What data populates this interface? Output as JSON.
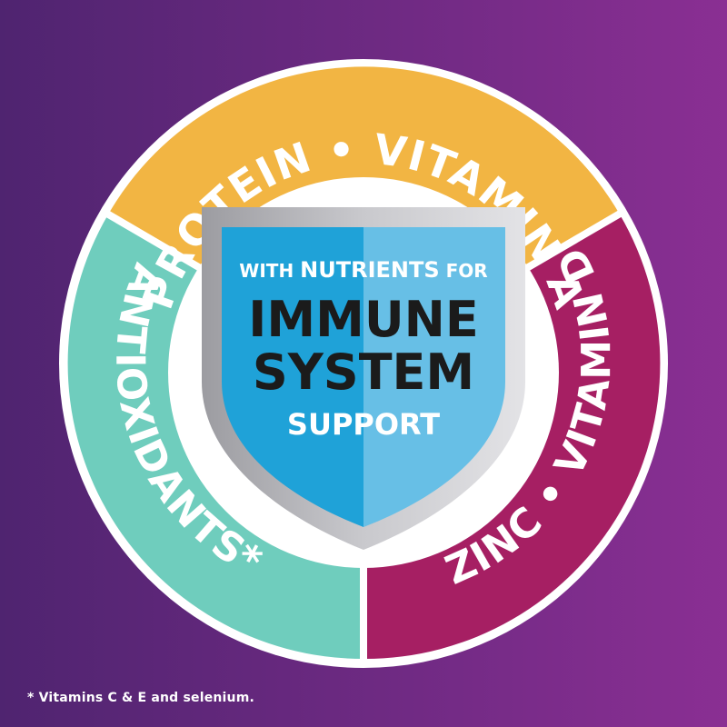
{
  "badge": {
    "arc_top": "PROTEIN • VITAMIN A",
    "arc_left": "ANTIOXIDANTS*",
    "arc_right": "ZINC • VITAMIN D",
    "shield": {
      "line1_prefix": "WITH ",
      "line1_strong": "NUTRIENTS",
      "line1_suffix": " FOR",
      "line2": "IMMUNE",
      "line3": "SYSTEM",
      "line4": "SUPPORT"
    }
  },
  "footnote": "* Vitamins C & E and selenium.",
  "colors": {
    "background_left": "#4f2470",
    "background_right": "#8a2f93",
    "ring_border": "#ffffff",
    "segment_top": "#f2b543",
    "segment_left": "#6fcdbd",
    "segment_right": "#a61f63",
    "shield_left": "#1fa2d8",
    "shield_right": "#67bfe6",
    "shield_rim": "#a9a9ad",
    "text_white": "#ffffff",
    "text_dark": "#1b1b1b"
  }
}
